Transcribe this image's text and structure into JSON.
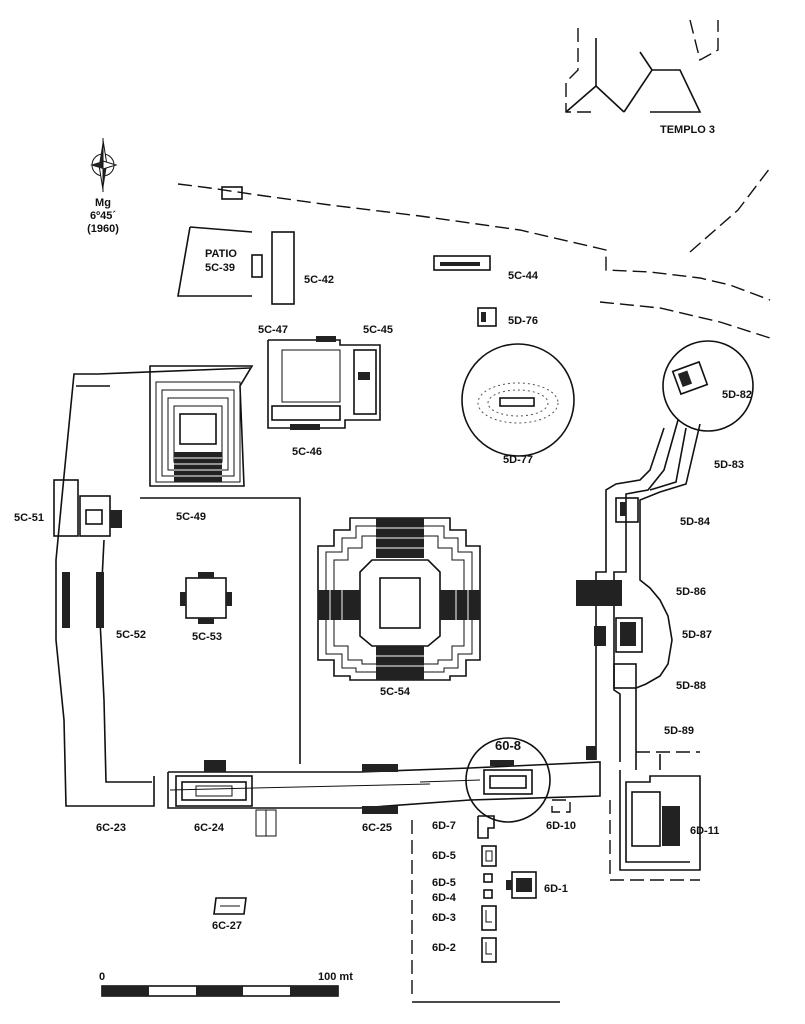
{
  "map": {
    "north_arrow": {
      "label": "Mg",
      "declination": "6º45´",
      "year": "(1960)"
    },
    "temple_label": "TEMPLO 3",
    "patio_label": "PATIO",
    "structures": {
      "s5C39": "5C-39",
      "s5C42": "5C-42",
      "s5C44": "5C-44",
      "s5D76": "5D-76",
      "s5C47": "5C-47",
      "s5C45": "5C-45",
      "s5C46": "5C-46",
      "s5D77": "5D-77",
      "s5D82": "5D-82",
      "s5D83": "5D-83",
      "s5C51": "5C-51",
      "s5C49": "5C-49",
      "s5D84": "5D-84",
      "s5D86": "5D-86",
      "s5D87": "5D-87",
      "s5D88": "5D-88",
      "s5D89": "5D-89",
      "s5C52": "5C-52",
      "s5C53": "5C-53",
      "s5C54": "5C-54",
      "s608": "60-8",
      "s6C23": "6C-23",
      "s6C24": "6C-24",
      "s6C25": "6C-25",
      "s6D7": "6D-7",
      "s6D10": "6D-10",
      "s6D11": "6D-11",
      "s6D5a": "6D-5",
      "s6D5b": "6D-5",
      "s6D4": "6D-4",
      "s6D1": "6D-1",
      "s6D3": "6D-3",
      "s6D2": "6D-2",
      "s6C27": "6C-27"
    },
    "scale": {
      "start": "0",
      "end": "100 mt"
    }
  }
}
